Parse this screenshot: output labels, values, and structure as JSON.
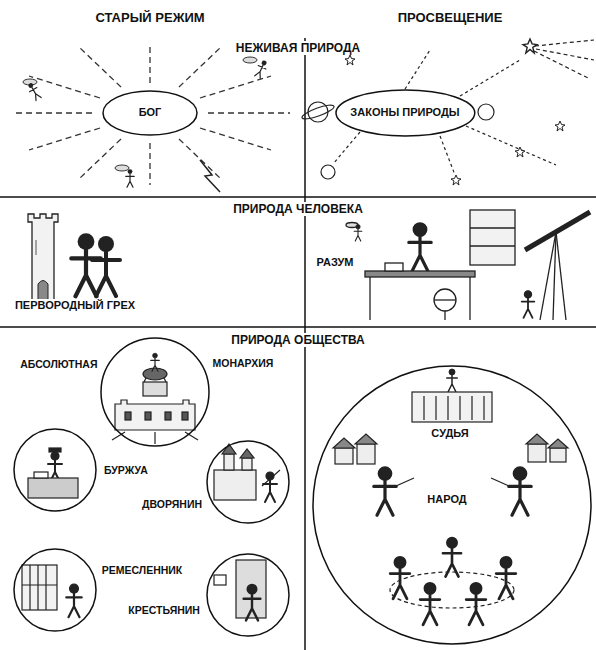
{
  "diagram": {
    "nodes": [
      {
        "text": [
          "НЕЖИВАЯ ПРИРОДА"
        ]
      },
      {
        "text": [
          "БОГ"
        ],
        "in": 0
      },
      {
        "text": [
          "ЗАКОНЫ ПРИРОДЫ"
        ],
        "in": 0
      },
      {
        "text": [
          "ПРИРОДА ЧЕЛОВЕКА"
        ]
      },
      {
        "text": [
          "ПРИРОДА ОБЩЕСТВА"
        ]
      },
      {
        "text": [
          "АБСОЛЮТНАЯ",
          "МОНАРХИЯ"
        ],
        "in": 4
      },
      {
        "text": [
          "БУРЖУА"
        ],
        "in": 4
      },
      {
        "text": [
          "ДВОРЯНИН"
        ],
        "in": 4
      },
      {
        "text": [
          "РЕМЕСЛЕННИК"
        ],
        "in": 4
      },
      {
        "text": [
          "КРЕСТЬЯНИН"
        ],
        "in": 4
      },
      {
        "text": [
          "СУДЬЯ",
          "НАРОД"
        ],
        "in": 4
      }
    ],
    "labels": [
      "СТАРЫЙ РЕЖИМ",
      "ПРОСВЕЩЕНИЕ",
      "ПЕРВОРОДНЫЙ ГРЕХ",
      "РАЗУМ"
    ]
  }
}
